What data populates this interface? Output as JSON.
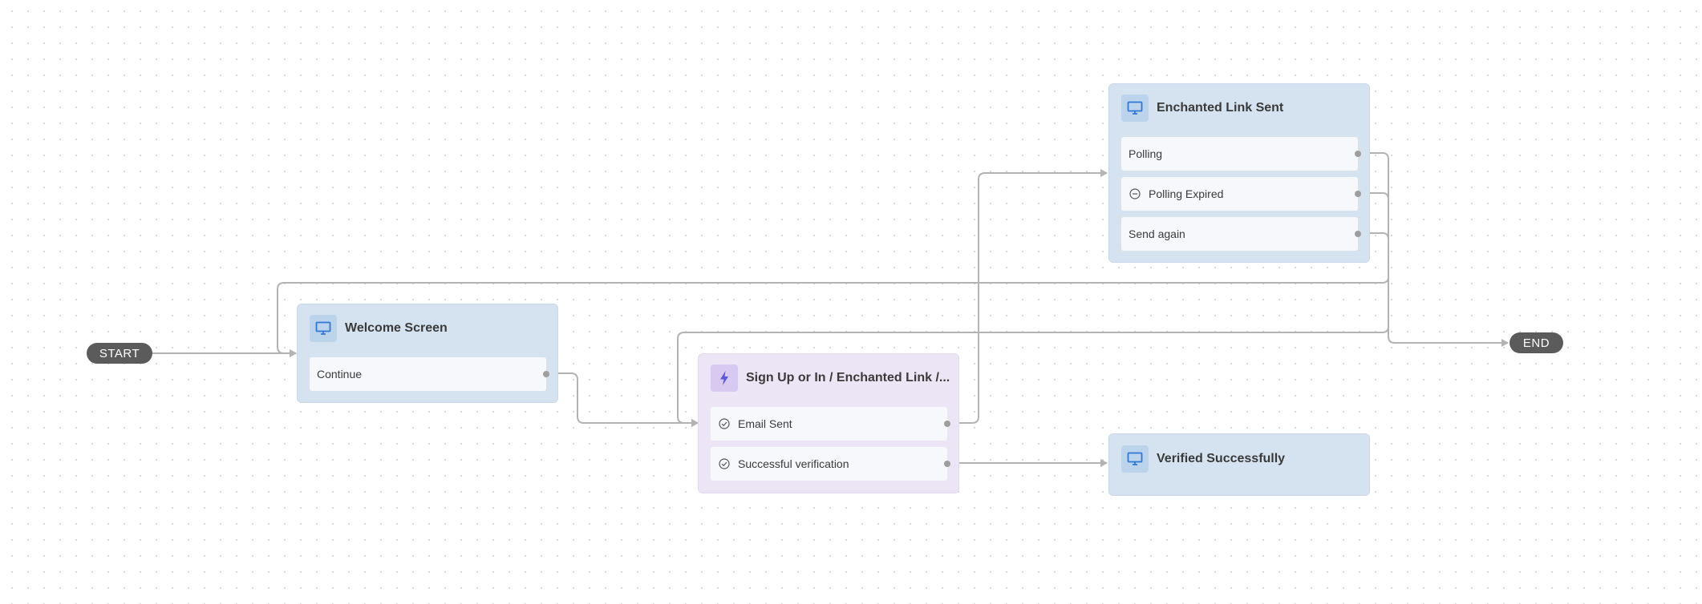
{
  "start_label": "START",
  "end_label": "END",
  "nodes": {
    "welcome": {
      "title": "Welcome Screen",
      "icon": "monitor-icon",
      "rows": [
        {
          "label": "Continue"
        }
      ]
    },
    "signup": {
      "title": "Sign Up or In / Enchanted Link /...",
      "icon": "lightning-icon",
      "rows": [
        {
          "label": "Email Sent",
          "icon": "check-circle-icon"
        },
        {
          "label": "Successful verification",
          "icon": "check-circle-icon"
        }
      ]
    },
    "enchanted": {
      "title": "Enchanted Link Sent",
      "icon": "monitor-icon",
      "rows": [
        {
          "label": "Polling"
        },
        {
          "label": "Polling Expired",
          "icon": "minus-circle-icon"
        },
        {
          "label": "Send again"
        }
      ]
    },
    "verified": {
      "title": "Verified Successfully",
      "icon": "monitor-icon"
    }
  },
  "colors": {
    "screen_node": "#d5e3f0",
    "action_node": "#ece5f5",
    "edge": "#b3b3b3",
    "pill": "#5b5b5b",
    "accent_icon": "#2f78d6"
  }
}
